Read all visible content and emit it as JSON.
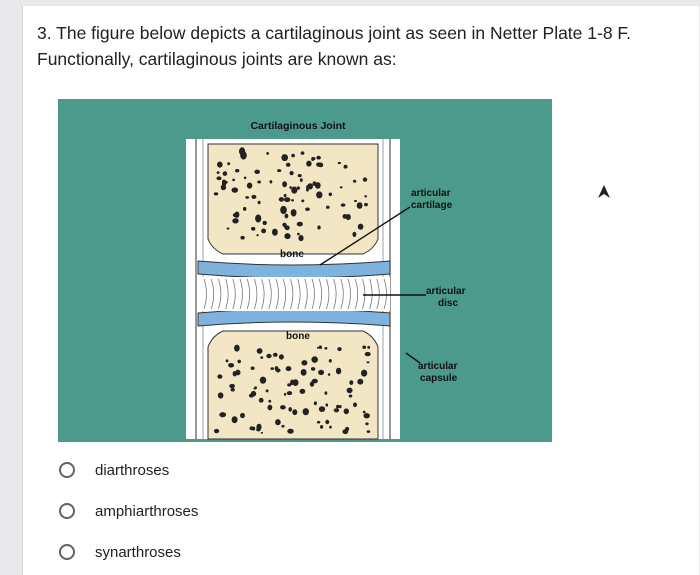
{
  "question": {
    "text": "3. The figure below depicts a cartilaginous joint as seen in Netter Plate 1-8 F. Functionally, cartilaginous joints are known as:"
  },
  "figure": {
    "title": "Cartilaginous Joint",
    "labels": {
      "bone_top": "bone",
      "bone_bottom": "bone",
      "articular_cartilage_line1": "articular",
      "articular_cartilage_line2": "cartilage",
      "articular_disc_line1": "articular",
      "articular_disc_line2": "disc",
      "articular_capsule_line1": "articular",
      "articular_capsule_line2": "capsule"
    },
    "colors": {
      "background": "#4b9a8c",
      "bone": "#f3e6c4",
      "cartilage": "#7fb3df",
      "capsule": "#ffffff"
    }
  },
  "options": [
    {
      "label": "diarthroses"
    },
    {
      "label": "amphiarthroses"
    },
    {
      "label": "synarthroses"
    }
  ]
}
